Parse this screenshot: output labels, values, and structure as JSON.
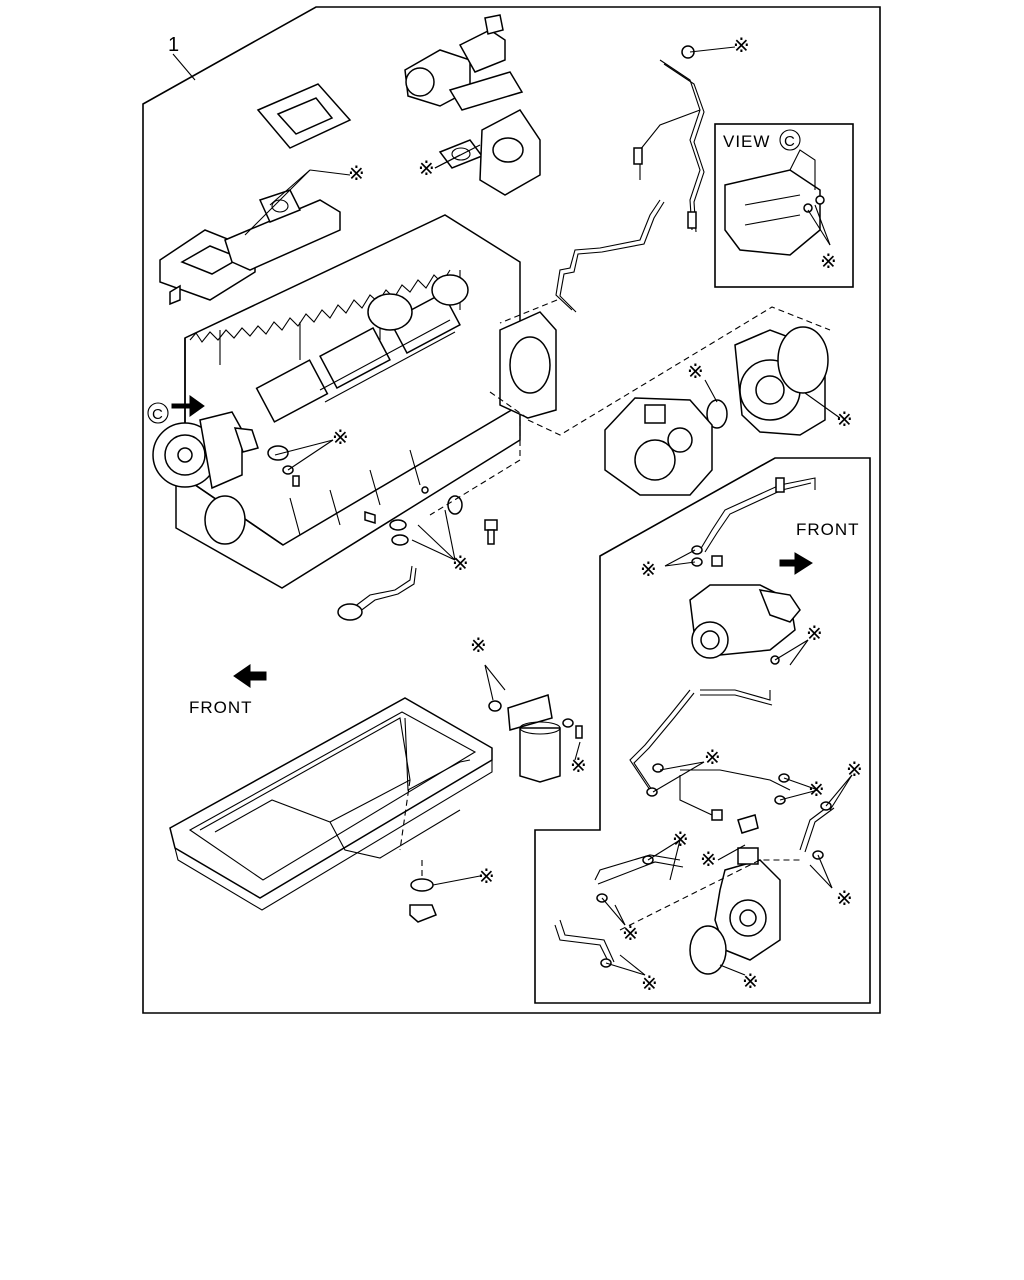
{
  "diagram": {
    "item_number": "1",
    "replacement_mark": "※",
    "view_label": "VIEW",
    "view_letter": "C",
    "front_label": "FRONT"
  }
}
